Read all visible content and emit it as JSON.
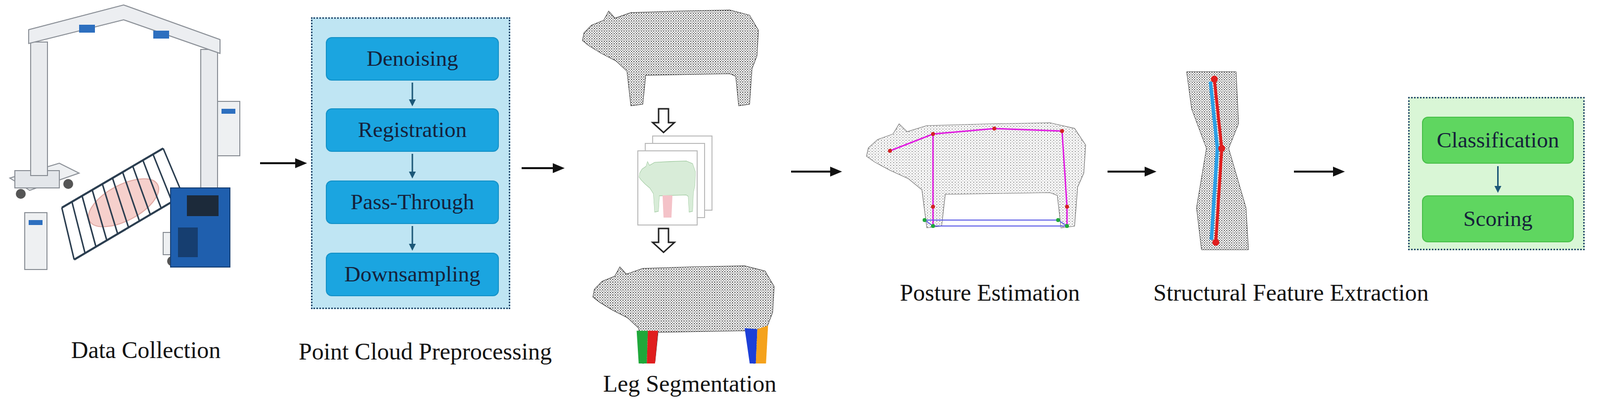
{
  "diagram": {
    "nodes": [
      {
        "text": [
          "Data Collection"
        ]
      },
      {
        "text": [
          "Point Cloud Preprocessing"
        ]
      },
      {
        "text": [
          "Denoising"
        ],
        "in": 1
      },
      {
        "text": [
          "Registration"
        ],
        "in": 1
      },
      {
        "text": [
          "Pass-Through"
        ],
        "in": 1
      },
      {
        "text": [
          "Downsampling"
        ],
        "in": 1
      },
      {
        "text": [
          "Leg Segmentation"
        ]
      },
      {
        "text": [
          "Posture Estimation"
        ]
      },
      {
        "text": [
          "Structural Feature Extraction"
        ]
      },
      {
        "text": []
      },
      {
        "text": [
          "Classification"
        ],
        "in": 9
      },
      {
        "text": [
          "Scoring"
        ],
        "in": 9
      }
    ],
    "edges": [
      {
        "from": 0,
        "to": 1,
        "arrow": "to"
      },
      {
        "from": 2,
        "to": 3,
        "arrow": "to"
      },
      {
        "from": 3,
        "to": 4,
        "arrow": "to"
      },
      {
        "from": 4,
        "to": 5,
        "arrow": "to"
      },
      {
        "from": 1,
        "to": 6,
        "arrow": "to"
      },
      {
        "from": 6,
        "to": 7,
        "arrow": "to"
      },
      {
        "from": 7,
        "to": 8,
        "arrow": "to"
      },
      {
        "from": 8,
        "to": 9,
        "arrow": "to"
      },
      {
        "from": 10,
        "to": 11,
        "arrow": "to"
      }
    ]
  }
}
